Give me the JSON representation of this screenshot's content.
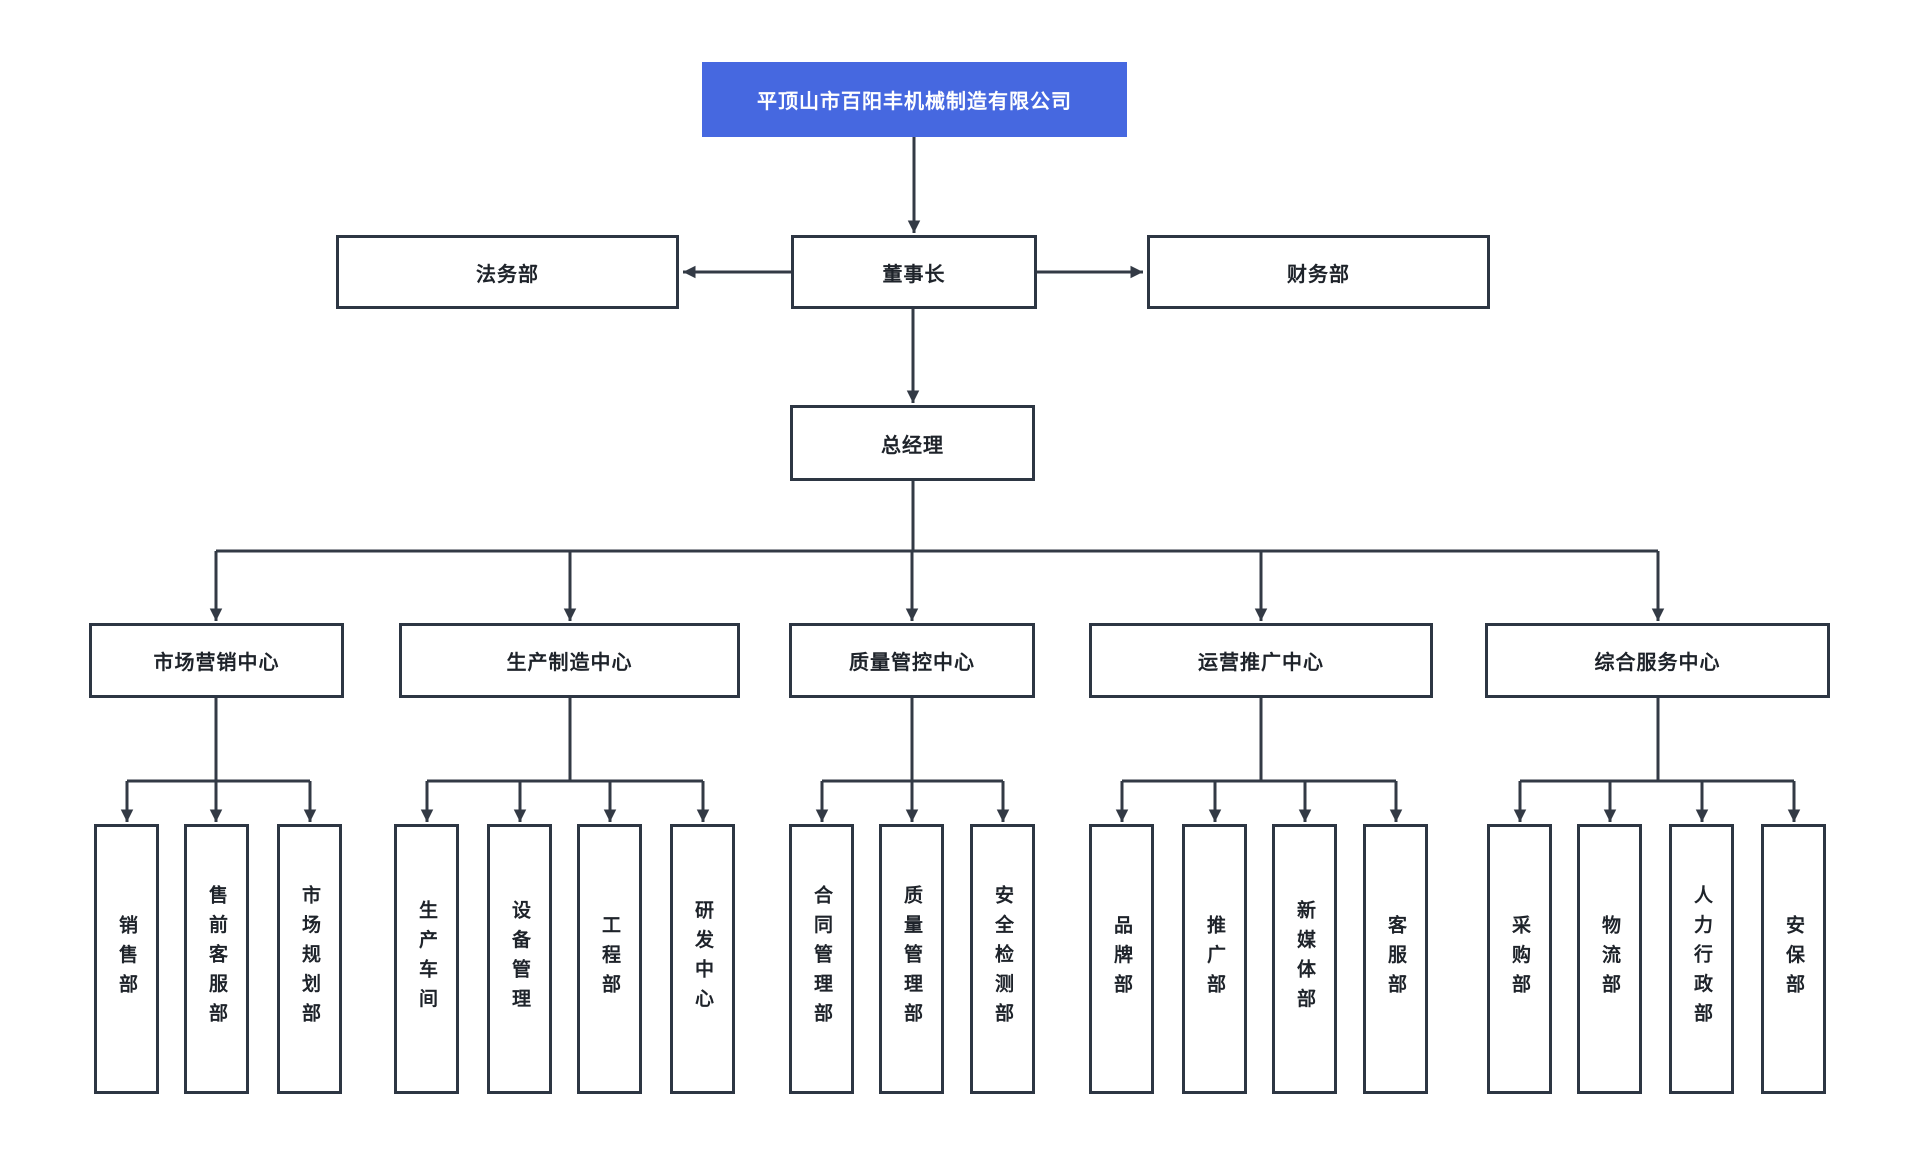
{
  "org_chart": {
    "root": {
      "label": "平顶山市百阳丰机械制造有限公司"
    },
    "executives": {
      "chairman": "董事长",
      "legal": "法务部",
      "finance": "财务部",
      "general_manager": "总经理"
    },
    "centers": [
      {
        "label": "市场营销中心",
        "departments": [
          "销售部",
          "售前客服部",
          "市场规划部"
        ]
      },
      {
        "label": "生产制造中心",
        "departments": [
          "生产车间",
          "设备管理",
          "工程部",
          "研发中心"
        ]
      },
      {
        "label": "质量管控中心",
        "departments": [
          "合同管理部",
          "质量管理部",
          "安全检测部"
        ]
      },
      {
        "label": "运营推广中心",
        "departments": [
          "品牌部",
          "推广部",
          "新媒体部",
          "客服部"
        ]
      },
      {
        "label": "综合服务中心",
        "departments": [
          "采购部",
          "物流部",
          "人力行政部",
          "安保部"
        ]
      }
    ],
    "colors": {
      "root_background": "#4668E0",
      "root_text": "#FFFFFF",
      "box_border": "#2D3643",
      "box_text": "#1E232A",
      "connector": "#333A45",
      "page_background": "#FFFFFF"
    }
  }
}
